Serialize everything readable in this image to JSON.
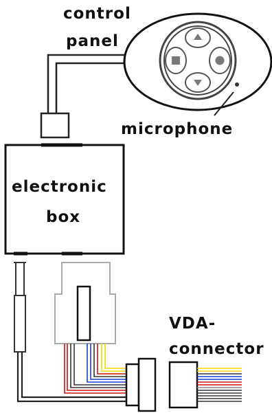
{
  "labels": {
    "control_panel_line1": "control",
    "control_panel_line2": "panel",
    "microphone": "microphone",
    "box_line1": "electronic",
    "box_line2": "box",
    "connector_line1": "VDA-",
    "connector_line2": "connector"
  },
  "icons": {
    "up": "triangle-up-icon",
    "down": "triangle-down-icon",
    "stop": "square-icon",
    "record": "circle-icon"
  },
  "wire_colors": [
    "#f5d800",
    "#1a3ccc",
    "#d01010",
    "#111111",
    "#8a8a8a"
  ]
}
